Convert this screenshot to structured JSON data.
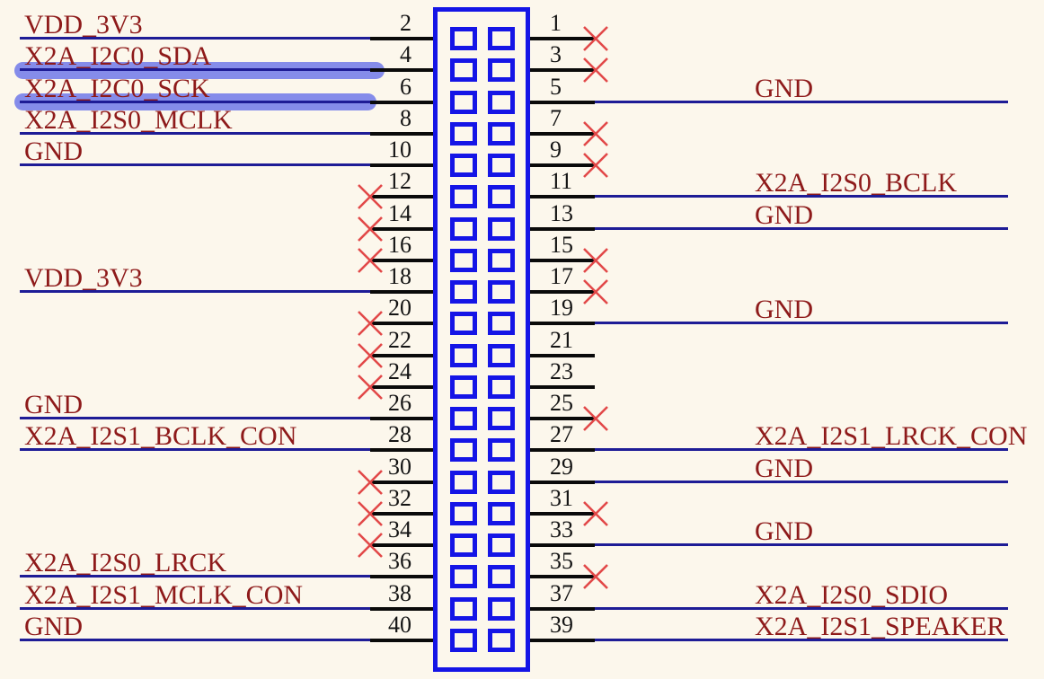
{
  "diagram": {
    "title": "40-pin header connector pinout",
    "connector": {
      "pin_count": 40,
      "rows": 20,
      "columns": 2
    },
    "colors": {
      "background": "#fcf7ec",
      "wire": "#1e1c96",
      "pin": "#0a0a0a",
      "connector_body": "#1515e6",
      "net_label": "#8e1a1a",
      "pin_number": "#141414",
      "no_connect_x": "#e24848",
      "highlight": "#7b82e9"
    },
    "icons": {
      "no_connect": "x-cross-icon"
    },
    "highlights": [
      {
        "net": "X2A_I2C0_SDA",
        "side": "left",
        "row": 2
      },
      {
        "net": "X2A_I2C0_SCK",
        "side": "left",
        "row": 3
      }
    ],
    "rows": [
      {
        "left": {
          "pin": "2",
          "net": "VDD_3V3",
          "wired": true,
          "nc": false,
          "highlight": false
        },
        "right": {
          "pin": "1",
          "net": "",
          "wired": false,
          "nc": true
        }
      },
      {
        "left": {
          "pin": "4",
          "net": "X2A_I2C0_SDA",
          "wired": true,
          "nc": false,
          "highlight": true
        },
        "right": {
          "pin": "3",
          "net": "",
          "wired": false,
          "nc": true
        }
      },
      {
        "left": {
          "pin": "6",
          "net": "X2A_I2C0_SCK",
          "wired": true,
          "nc": false,
          "highlight": true
        },
        "right": {
          "pin": "5",
          "net": "GND",
          "wired": true,
          "nc": false
        }
      },
      {
        "left": {
          "pin": "8",
          "net": "X2A_I2S0_MCLK",
          "wired": true,
          "nc": false,
          "highlight": false
        },
        "right": {
          "pin": "7",
          "net": "",
          "wired": false,
          "nc": true
        }
      },
      {
        "left": {
          "pin": "10",
          "net": "GND",
          "wired": true,
          "nc": false,
          "highlight": false
        },
        "right": {
          "pin": "9",
          "net": "",
          "wired": false,
          "nc": true
        }
      },
      {
        "left": {
          "pin": "12",
          "net": "",
          "wired": false,
          "nc": true,
          "highlight": false
        },
        "right": {
          "pin": "11",
          "net": "X2A_I2S0_BCLK",
          "wired": true,
          "nc": false
        }
      },
      {
        "left": {
          "pin": "14",
          "net": "",
          "wired": false,
          "nc": true,
          "highlight": false
        },
        "right": {
          "pin": "13",
          "net": "GND",
          "wired": true,
          "nc": false
        }
      },
      {
        "left": {
          "pin": "16",
          "net": "",
          "wired": false,
          "nc": true,
          "highlight": false
        },
        "right": {
          "pin": "15",
          "net": "",
          "wired": false,
          "nc": true
        }
      },
      {
        "left": {
          "pin": "18",
          "net": "VDD_3V3",
          "wired": true,
          "nc": false,
          "highlight": false
        },
        "right": {
          "pin": "17",
          "net": "",
          "wired": false,
          "nc": true
        }
      },
      {
        "left": {
          "pin": "20",
          "net": "",
          "wired": false,
          "nc": true,
          "highlight": false
        },
        "right": {
          "pin": "19",
          "net": "GND",
          "wired": true,
          "nc": false
        }
      },
      {
        "left": {
          "pin": "22",
          "net": "",
          "wired": false,
          "nc": true,
          "highlight": false
        },
        "right": {
          "pin": "21",
          "net": "",
          "wired": false,
          "nc": false
        }
      },
      {
        "left": {
          "pin": "24",
          "net": "",
          "wired": false,
          "nc": true,
          "highlight": false
        },
        "right": {
          "pin": "23",
          "net": "",
          "wired": false,
          "nc": false
        }
      },
      {
        "left": {
          "pin": "26",
          "net": "GND",
          "wired": true,
          "nc": false,
          "highlight": false
        },
        "right": {
          "pin": "25",
          "net": "",
          "wired": false,
          "nc": true
        }
      },
      {
        "left": {
          "pin": "28",
          "net": "X2A_I2S1_BCLK_CON",
          "wired": true,
          "nc": false,
          "highlight": false
        },
        "right": {
          "pin": "27",
          "net": "X2A_I2S1_LRCK_CON",
          "wired": true,
          "nc": false
        }
      },
      {
        "left": {
          "pin": "30",
          "net": "",
          "wired": false,
          "nc": true,
          "highlight": false
        },
        "right": {
          "pin": "29",
          "net": "GND",
          "wired": true,
          "nc": false
        }
      },
      {
        "left": {
          "pin": "32",
          "net": "",
          "wired": false,
          "nc": true,
          "highlight": false
        },
        "right": {
          "pin": "31",
          "net": "",
          "wired": false,
          "nc": true
        }
      },
      {
        "left": {
          "pin": "34",
          "net": "",
          "wired": false,
          "nc": true,
          "highlight": false
        },
        "right": {
          "pin": "33",
          "net": "GND",
          "wired": true,
          "nc": false
        }
      },
      {
        "left": {
          "pin": "36",
          "net": "X2A_I2S0_LRCK",
          "wired": true,
          "nc": false,
          "highlight": false
        },
        "right": {
          "pin": "35",
          "net": "",
          "wired": false,
          "nc": true
        }
      },
      {
        "left": {
          "pin": "38",
          "net": "X2A_I2S1_MCLK_CON",
          "wired": true,
          "nc": false,
          "highlight": false
        },
        "right": {
          "pin": "37",
          "net": "X2A_I2S0_SDIO",
          "wired": true,
          "nc": false
        }
      },
      {
        "left": {
          "pin": "40",
          "net": "GND",
          "wired": true,
          "nc": false,
          "highlight": false
        },
        "right": {
          "pin": "39",
          "net": "X2A_I2S1_SPEAKER",
          "wired": true,
          "nc": false
        }
      }
    ]
  }
}
